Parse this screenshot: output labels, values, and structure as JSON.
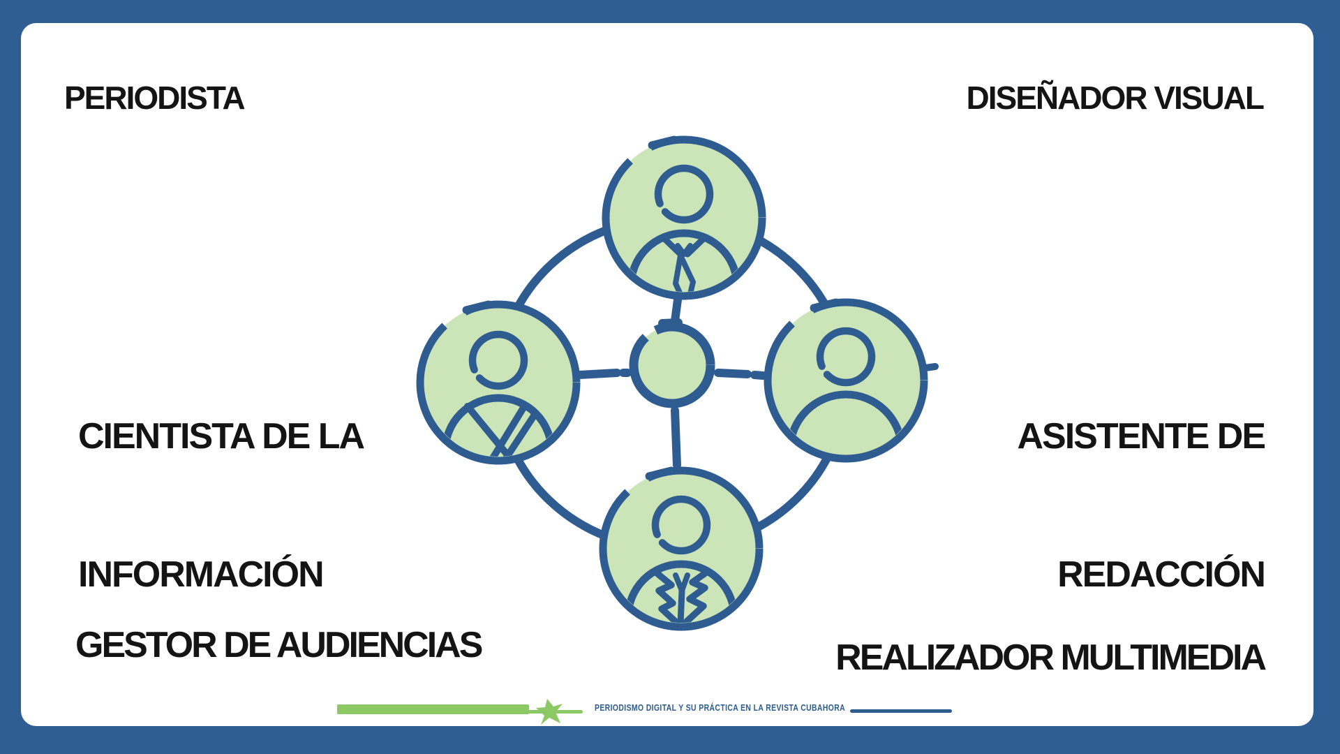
{
  "slide": {
    "labels": {
      "top_left": "PERIODISTA",
      "top_right": "DISEÑADOR VISUAL",
      "mid_left_line1": "CIENTISTA DE LA",
      "mid_left_line2": "INFORMACIÓN",
      "mid_right_line1": "ASISTENTE DE",
      "mid_right_line2": "REDACCIÓN",
      "bottom_left": "GESTOR DE AUDIENCIAS",
      "bottom_right": "REALIZADOR MULTIMEDIA"
    },
    "diagram": {
      "type": "hub-and-spoke network of 4 person avatars on an orbit circle",
      "hub": "hub-circle",
      "icons": [
        {
          "position": "top",
          "name": "person-tie-icon",
          "linked_label": "PERIODISTA / DISEÑADOR VISUAL"
        },
        {
          "position": "left",
          "name": "person-robe-icon",
          "linked_label": "CIENTISTA DE LA INFORMACIÓN"
        },
        {
          "position": "right",
          "name": "person-plain-icon",
          "linked_label": "ASISTENTE DE REDACCIÓN"
        },
        {
          "position": "bottom",
          "name": "person-suit-icon",
          "linked_label": "GESTOR DE AUDIENCIAS / REALIZADOR MULTIMEDIA"
        }
      ]
    },
    "footer": {
      "caption": "PERIODISMO DIGITAL Y SU PRÁCTICA EN LA REVISTA CUBAHORA"
    },
    "colors": {
      "frame_blue": "#2f5e93",
      "stroke_blue": "#2e5c90",
      "icon_green_fill": "#cce5b8",
      "accent_green": "#8cc863",
      "caption_blue": "#2d5c8e",
      "label_black": "#141414",
      "panel_white": "#ffffff"
    }
  }
}
